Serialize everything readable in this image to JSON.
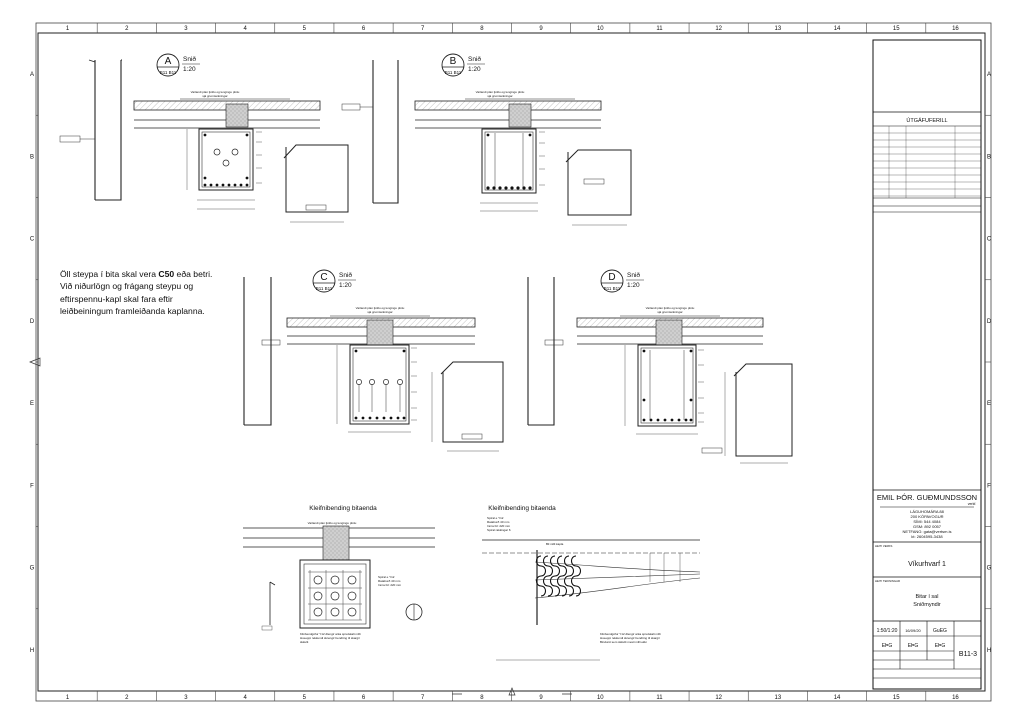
{
  "grid": {
    "columns": [
      "1",
      "2",
      "3",
      "4",
      "5",
      "6",
      "7",
      "8",
      "9",
      "10",
      "11",
      "12",
      "13",
      "14",
      "15",
      "16"
    ],
    "rows": [
      "A",
      "B",
      "C",
      "D",
      "E",
      "F",
      "G",
      "H"
    ]
  },
  "sections": [
    {
      "letter": "A",
      "ref": "B11 B11",
      "label": "Snið",
      "scale": "1:20"
    },
    {
      "letter": "B",
      "ref": "B11 B11",
      "label": "Snið",
      "scale": "1:20"
    },
    {
      "letter": "C",
      "ref": "B11 B11",
      "label": "Snið",
      "scale": "1:20"
    },
    {
      "letter": "D",
      "ref": "B11 B11",
      "label": "Snið",
      "scale": "1:20"
    }
  ],
  "note": {
    "line1_pre": "Öll steypa í bita skal vera ",
    "line1_bold": "C50",
    "line1_post": " eða betri.",
    "line2": "Við niðurlögn og frágang steypu og",
    "line3": "eftirspennu-kapl skal fara eftir",
    "line4": "leiðbeiningum framleiðanda kaplanna."
  },
  "details": {
    "left_title": "Kleifnibending bitaenda",
    "right_title": "Kleifnibending bitaenda"
  },
  "title_block": {
    "revision_heading": "ÚTGÁFUFERILL",
    "engineer_name": "EMIL ÞÓR. GUÐMUNDSSON",
    "engineer_suffix": "verkf.",
    "address1": "LÁGUHOMÁRA 88",
    "address2": "200 KÓPAVOGUR",
    "phone": "SÍMI: 544 4084",
    "gsm": "GSM: 892 0057",
    "email": "NETFANG: gata@vertsm.is",
    "kt": "kt: 2604595-3438",
    "project_label": "HEITI VERKS",
    "project": "Víkurhvarf 1",
    "drawing_label": "HEITI TEIKNINGAR",
    "drawing_line1": "Bitar í sal",
    "drawing_line2": "Sniðmyndir",
    "scale_value": "1:50/1:20",
    "date_value": "16/09/20",
    "drawn_value": "GuEG",
    "designed_value": "EÞG",
    "checked_value": "EÞG",
    "approved_value": "EÞG",
    "drawing_no": "B11-3"
  }
}
